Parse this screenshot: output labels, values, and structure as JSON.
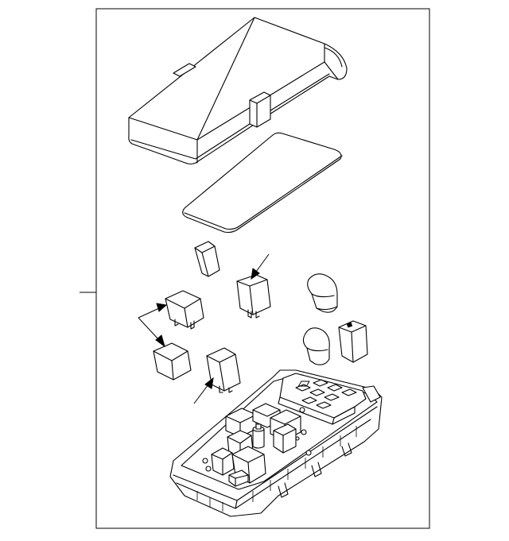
{
  "diagram": {
    "border_color": "#000000",
    "line_color": "#000000",
    "background": "#ffffff",
    "parts": [
      {
        "name": "fuse-box-cover"
      },
      {
        "name": "cover-seal"
      },
      {
        "name": "mini-fuse"
      },
      {
        "name": "relay-1"
      },
      {
        "name": "relay-2"
      },
      {
        "name": "relay-3"
      },
      {
        "name": "relay-4"
      },
      {
        "name": "relay-5"
      },
      {
        "name": "bulb-1"
      },
      {
        "name": "bulb-2"
      },
      {
        "name": "fuse-block-relay"
      },
      {
        "name": "fuse-box-base"
      }
    ]
  }
}
